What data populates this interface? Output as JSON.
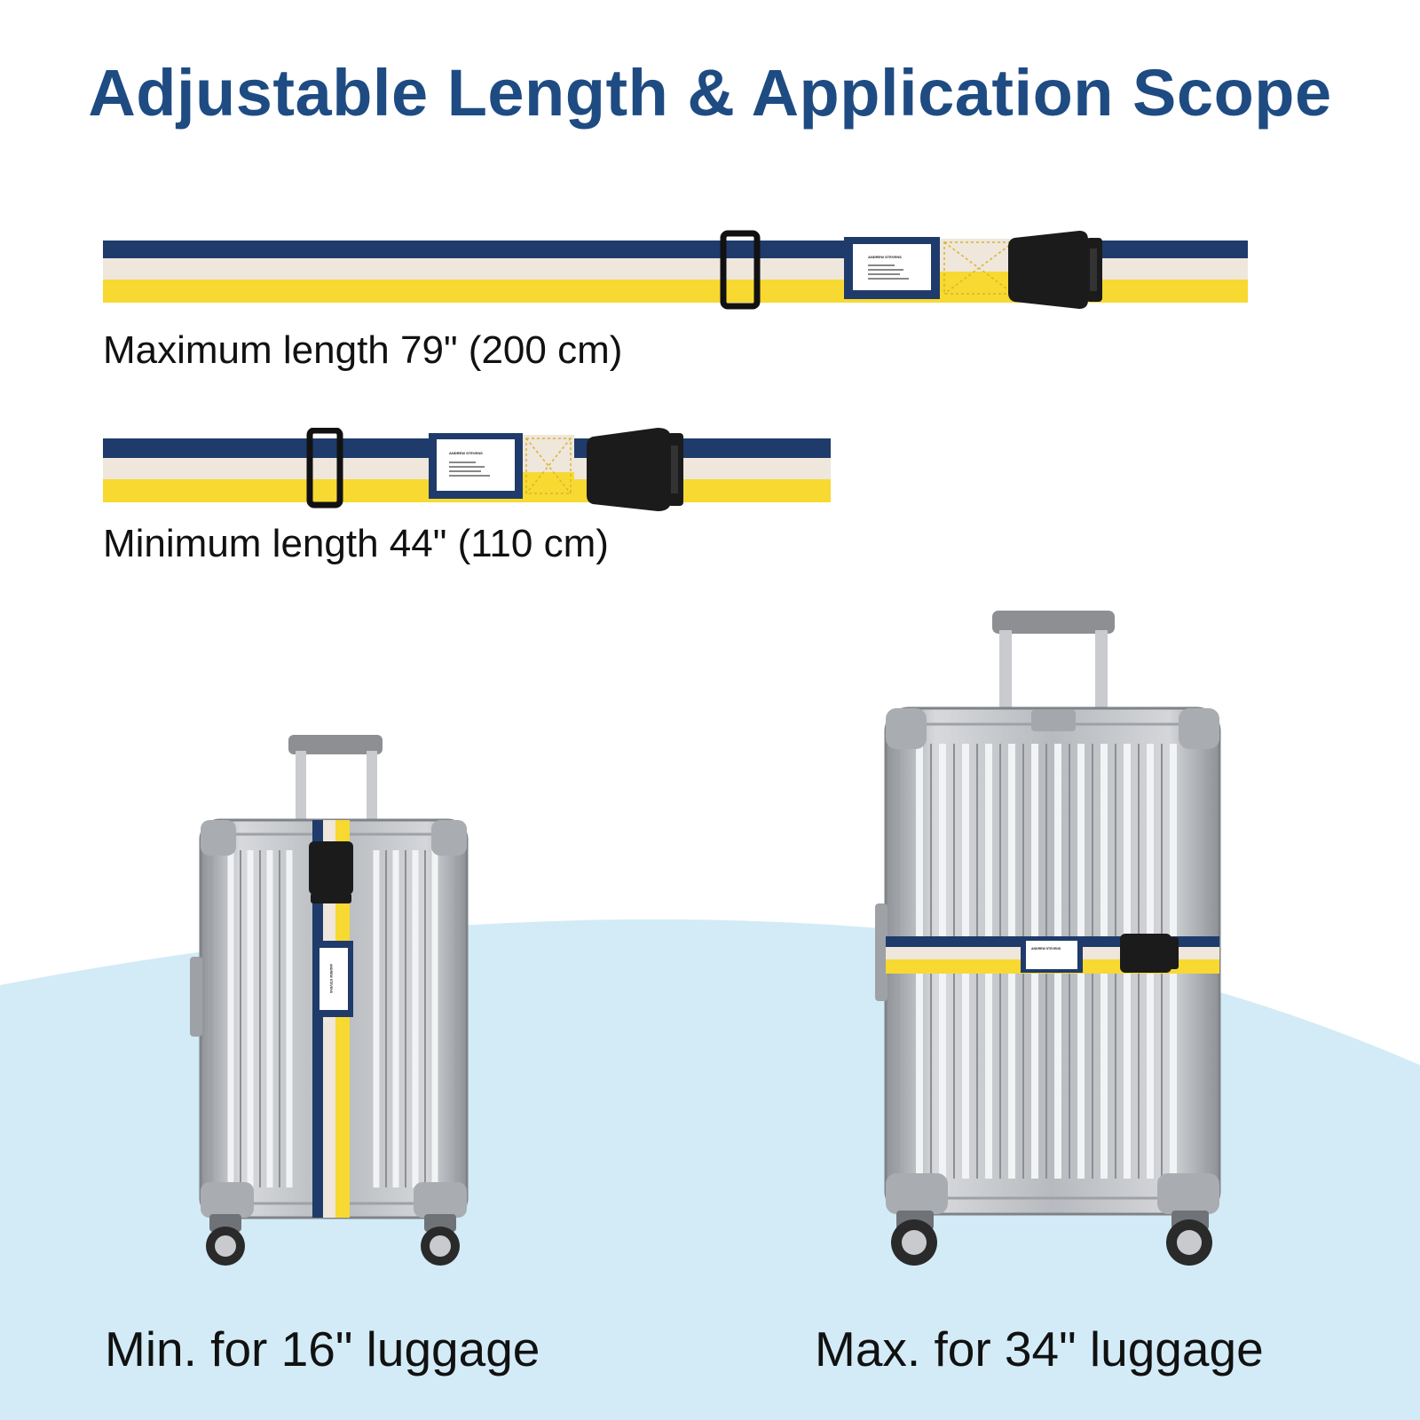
{
  "title": "Adjustable Length & Application Scope",
  "strap_max": {
    "caption": "Maximum length 79\" (200 cm)",
    "tag_name": "ANDREW STEVENS"
  },
  "strap_min": {
    "caption": "Minimum length 44\" (110 cm)",
    "tag_name": "ANDREW STEVENS"
  },
  "luggage_small": {
    "caption": "Min. for 16\" luggage",
    "tag_name": "ANDREW STEVENS"
  },
  "luggage_large": {
    "caption": "Max. for 34\" luggage",
    "tag_name": "ANDREW STEVENS"
  },
  "colors": {
    "title": "#1e4b82",
    "strap_navy": "#1f3b6b",
    "strap_cream": "#efe6dc",
    "strap_yellow": "#f7d931",
    "buckle": "#1b1b1b",
    "aluminum": "#b9bcc0",
    "background_wave": "#d3ebf7"
  }
}
